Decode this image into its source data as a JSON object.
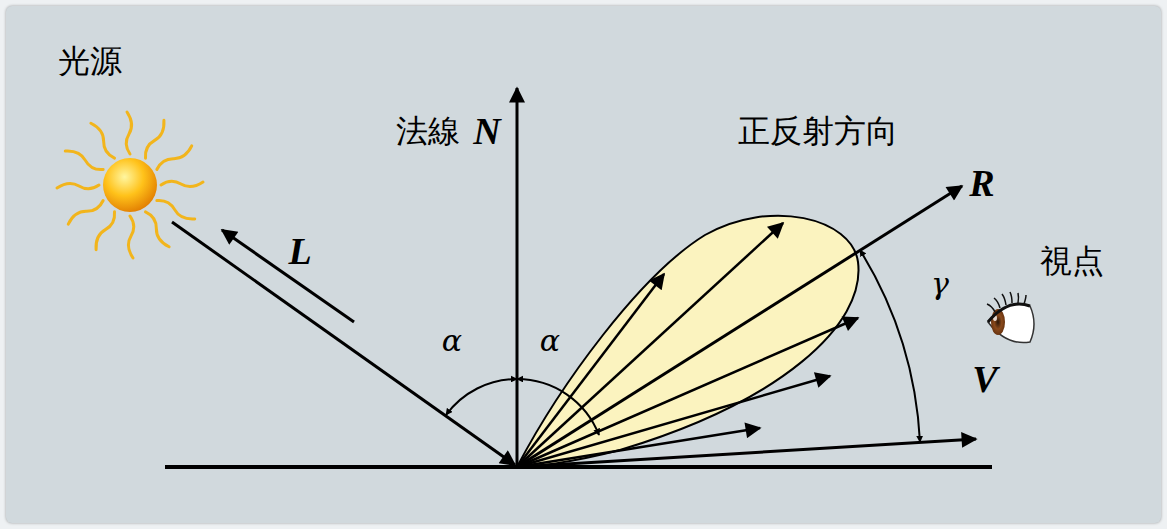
{
  "diagram": {
    "labels": [
      "光源",
      "L",
      "α",
      "α",
      "法線",
      "N",
      "正反射方向",
      "R",
      "γ",
      "視点",
      "V"
    ]
  }
}
